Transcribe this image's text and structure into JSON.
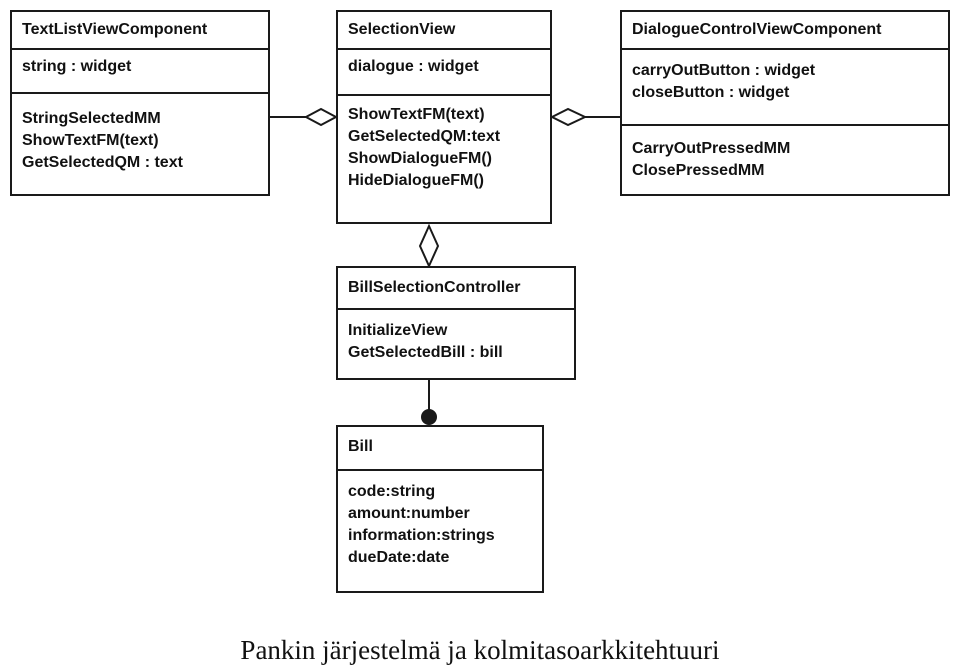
{
  "classes": {
    "text_list": {
      "name": "TextListViewComponent",
      "attributes": [
        "string : widget"
      ],
      "operations": [
        "StringSelectedMM",
        "ShowTextFM(text)",
        "GetSelectedQM : text"
      ]
    },
    "selection_view": {
      "name": "SelectionView",
      "attributes": [
        "dialogue : widget"
      ],
      "operations": [
        "ShowTextFM(text)",
        "GetSelectedQM:text",
        "ShowDialogueFM()",
        "HideDialogueFM()"
      ]
    },
    "dialogue_control": {
      "name": "DialogueControlViewComponent",
      "attributes": [
        "carryOutButton : widget",
        "closeButton : widget"
      ],
      "operations": [
        "CarryOutPressedMM",
        "ClosePressedMM"
      ]
    },
    "bill_selection": {
      "name": "BillSelectionController",
      "operations": [
        "InitializeView",
        "GetSelectedBill : bill"
      ]
    },
    "bill": {
      "name": "Bill",
      "attributes": [
        "code:string",
        "amount:number",
        "information:strings",
        "dueDate:date"
      ]
    }
  },
  "caption": "Pankin järjestelmä ja kolmitasoarkkitehtuuri"
}
